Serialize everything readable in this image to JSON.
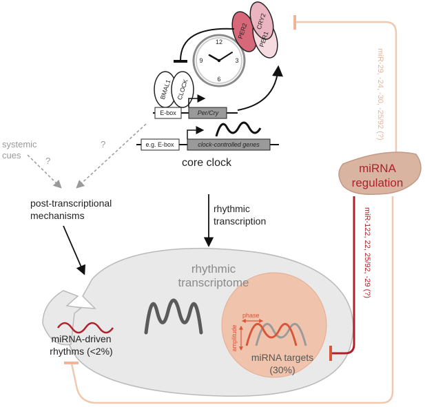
{
  "proteins": {
    "per2": "PER2",
    "cry2": "CRY2",
    "per1": "PER1",
    "bmal1": "BMAL1",
    "clock": "CLOCK"
  },
  "clock_face": {
    "n12": "12",
    "n3": "3",
    "n6": "6",
    "n9": "9"
  },
  "genes": {
    "ebox": "E-box",
    "per_cry": "Per/Cry",
    "eg_ebox": "e.g. E-box",
    "ccg": "clock-controlled genes"
  },
  "core_clock": "core clock",
  "systemic": {
    "line1": "systemic",
    "line2": "cues",
    "q1": "?",
    "q2": "?"
  },
  "post_transcriptional": {
    "line1": "post-transcriptional",
    "line2": "mechanisms"
  },
  "rhythmic_transcription": {
    "line1": "rhythmic",
    "line2": "transcription"
  },
  "transcriptome": {
    "line1": "rhythmic",
    "line2": "transcriptome"
  },
  "mirna": {
    "line1": "miRNA",
    "line2": "regulation",
    "mir_top": "miR-29, -24, -30, -25/92 (?)",
    "mir_red": "miR-122, 22, 25/92, -29 (?)"
  },
  "targets": {
    "phase": "phase",
    "amplitude": "amplitude",
    "line1": "miRNA targets",
    "line2": "(30%)"
  },
  "driven": {
    "line1": "miRNA-driven",
    "line2": "rhythms (<2%)"
  },
  "colors": {
    "dark_red": "#b0202a",
    "liver_fill": "#d9b4a0",
    "targets_fill": "#f0c4ac",
    "salmon_line": "#f0c8b0",
    "transcriptome_fill": "#e9e9e9",
    "per2_fill": "#d6687a",
    "cry2_fill": "#eab5c0",
    "per1_fill": "#f6dbe0"
  }
}
